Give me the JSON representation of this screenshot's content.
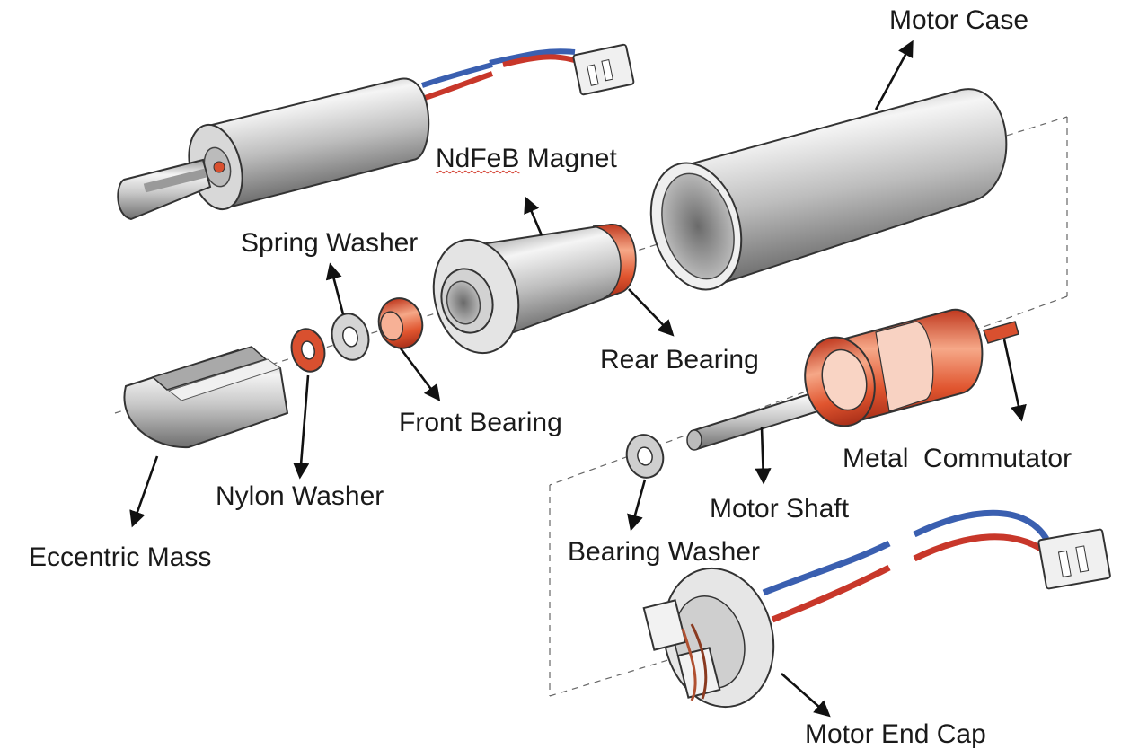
{
  "labels": {
    "motor_case": "Motor Case",
    "ndfeb_magnet_prefix": "NdFeB",
    "ndfeb_magnet_suffix": " Magnet",
    "spring_washer": "Spring Washer",
    "rear_bearing": "Rear Bearing",
    "front_bearing": "Front Bearing",
    "metal_commutator": "Metal  Commutator",
    "nylon_washer": "Nylon Washer",
    "motor_shaft": "Motor Shaft",
    "eccentric_mass": "Eccentric Mass",
    "bearing_washer": "Bearing Washer",
    "motor_end_cap": "Motor End Cap"
  },
  "colors": {
    "copper": "#d9502f",
    "wire_red": "#c8372a",
    "wire_blue": "#3a5fb0",
    "metal_dark": "#8a8a8a",
    "metal_light": "#f2f2f2",
    "text": "#1a1a1a"
  }
}
